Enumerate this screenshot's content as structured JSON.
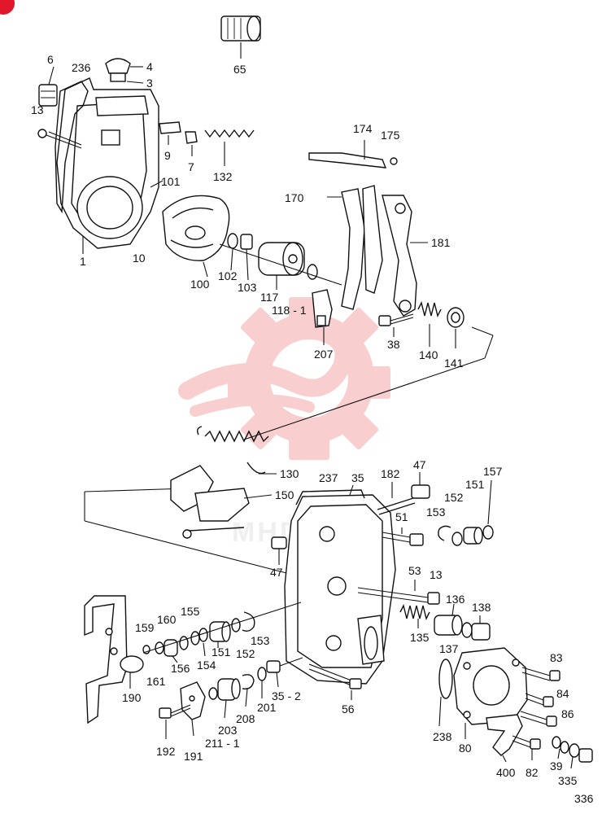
{
  "diagram": {
    "page_number": "336",
    "watermark_text": "MHDX",
    "watermark_color": "#e8262b",
    "corner_badge_color": "#e0162b",
    "labels": {
      "l6": "6",
      "l236a": "236",
      "l4": "4",
      "l3": "3",
      "l65": "65",
      "l13a": "13",
      "l9": "9",
      "l7": "7",
      "l132": "132",
      "l101": "101",
      "l1": "1",
      "l10": "10",
      "l100": "100",
      "l102": "102",
      "l103": "103",
      "l117": "117",
      "l118": "118 - 1",
      "l207": "207",
      "l174": "174",
      "l175": "175",
      "l170": "170",
      "l181": "181",
      "l38": "38",
      "l140": "140",
      "l141": "141",
      "l130": "130",
      "l150": "150",
      "l237": "237",
      "l35": "35",
      "l182": "182",
      "l47a": "47",
      "l157": "157",
      "l151a": "151",
      "l152a": "152",
      "l153a": "153",
      "l51": "51",
      "l47b": "47",
      "l53": "53",
      "l13b": "13",
      "l136": "136",
      "l138": "138",
      "l135": "135",
      "l137": "137",
      "l159": "159",
      "l160": "160",
      "l155": "155",
      "l153b": "153",
      "l152b": "152",
      "l151b": "151",
      "l154": "154",
      "l156": "156",
      "l161": "161",
      "l190": "190",
      "l201": "201",
      "l35b": "35 - 2",
      "l208": "208",
      "l203": "203",
      "l211": "211 - 1",
      "l192": "192",
      "l191": "191",
      "l56": "56",
      "l83": "83",
      "l84": "84",
      "l86": "86",
      "l238": "238",
      "l80": "80",
      "l400": "400",
      "l82": "82",
      "l39": "39",
      "l335": "335"
    }
  }
}
